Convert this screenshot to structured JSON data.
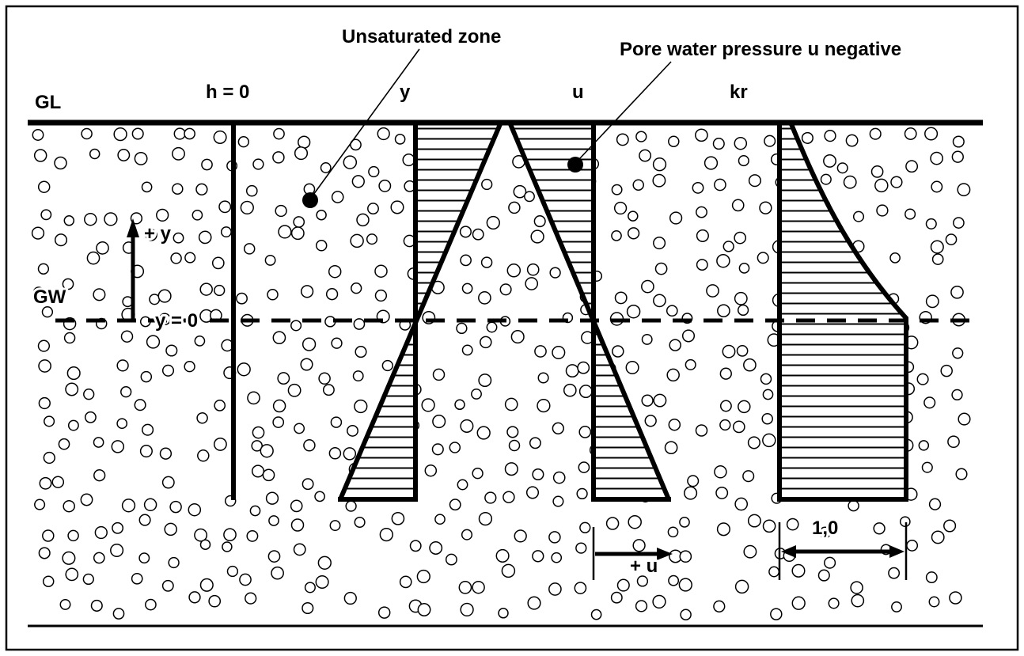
{
  "figure": {
    "type": "soil-mechanics-diagram",
    "description_visible_labels_only": true
  },
  "labels": {
    "gl": "GL",
    "gw": "GW",
    "h_zero": "h = 0",
    "y_axis": "y",
    "u_axis": "u",
    "kr_axis": "kr",
    "unsaturated_zone": "Unsaturated zone",
    "pore_water": "Pore water pressure u negative",
    "plus_y": "+ y",
    "y_equals_zero": "y = 0",
    "plus_u": "+ u",
    "one_comma_zero": "1,0"
  },
  "colors": {
    "ink": "#000000",
    "paper": "#ffffff"
  }
}
